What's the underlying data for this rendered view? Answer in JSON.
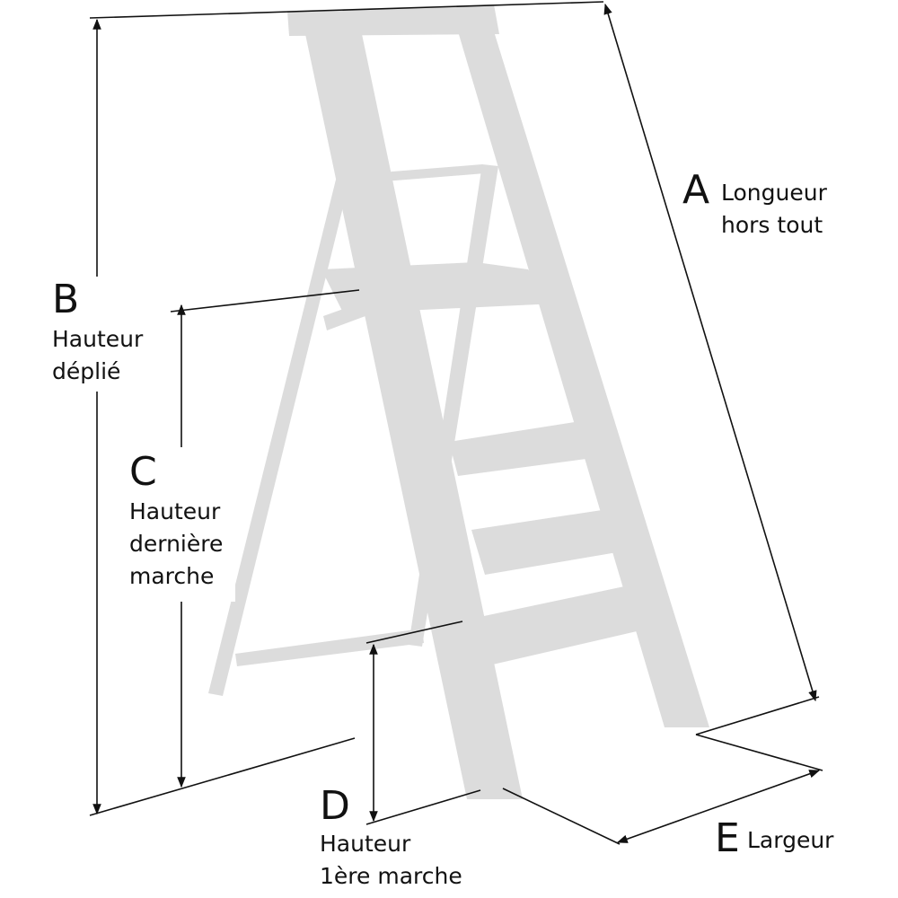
{
  "colors": {
    "ladder": "#dcdcdc",
    "line": "#111111",
    "text": "#111111"
  },
  "dimensions": [
    {
      "key": "A",
      "letter": "A",
      "lines": [
        "Longueur",
        "hors tout"
      ]
    },
    {
      "key": "B",
      "letter": "B",
      "lines": [
        "Hauteur",
        "déplié"
      ]
    },
    {
      "key": "C",
      "letter": "C",
      "lines": [
        "Hauteur",
        "dernière",
        "marche"
      ]
    },
    {
      "key": "D",
      "letter": "D",
      "lines": [
        "Hauteur",
        "1ère marche"
      ]
    },
    {
      "key": "E",
      "letter": "E",
      "lines": [
        "Largeur"
      ]
    }
  ]
}
